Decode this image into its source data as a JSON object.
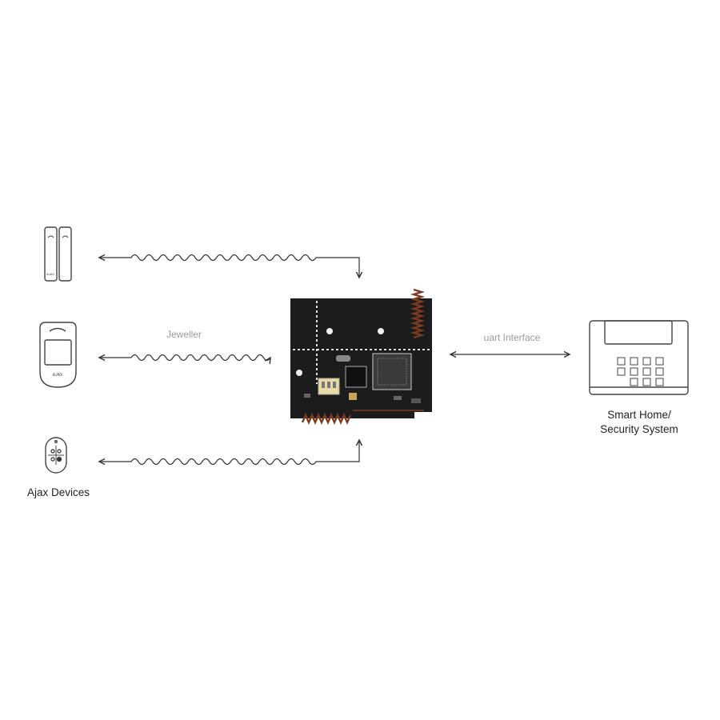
{
  "labels": {
    "protocol": "Jeweller",
    "interface": "uart Interface",
    "devices_caption": "Ajax Devices",
    "system_caption_line1": "Smart Home/",
    "system_caption_line2": "Security System"
  },
  "devices": [
    {
      "kind": "door-contact",
      "brand": "AJAX"
    },
    {
      "kind": "motion-detector",
      "brand": "AJAX"
    },
    {
      "kind": "key-fob",
      "brand": ""
    }
  ],
  "icons": {
    "door_sensor": "door-sensor-icon",
    "motion_detector": "motion-detector-icon",
    "keyfob": "keyfob-icon",
    "board": "circuit-board-icon",
    "control_panel": "control-panel-icon"
  },
  "colors": {
    "line": "#333333",
    "board": "#1c1c1c",
    "antenna": "#7a3b22",
    "outline": "#444444"
  }
}
